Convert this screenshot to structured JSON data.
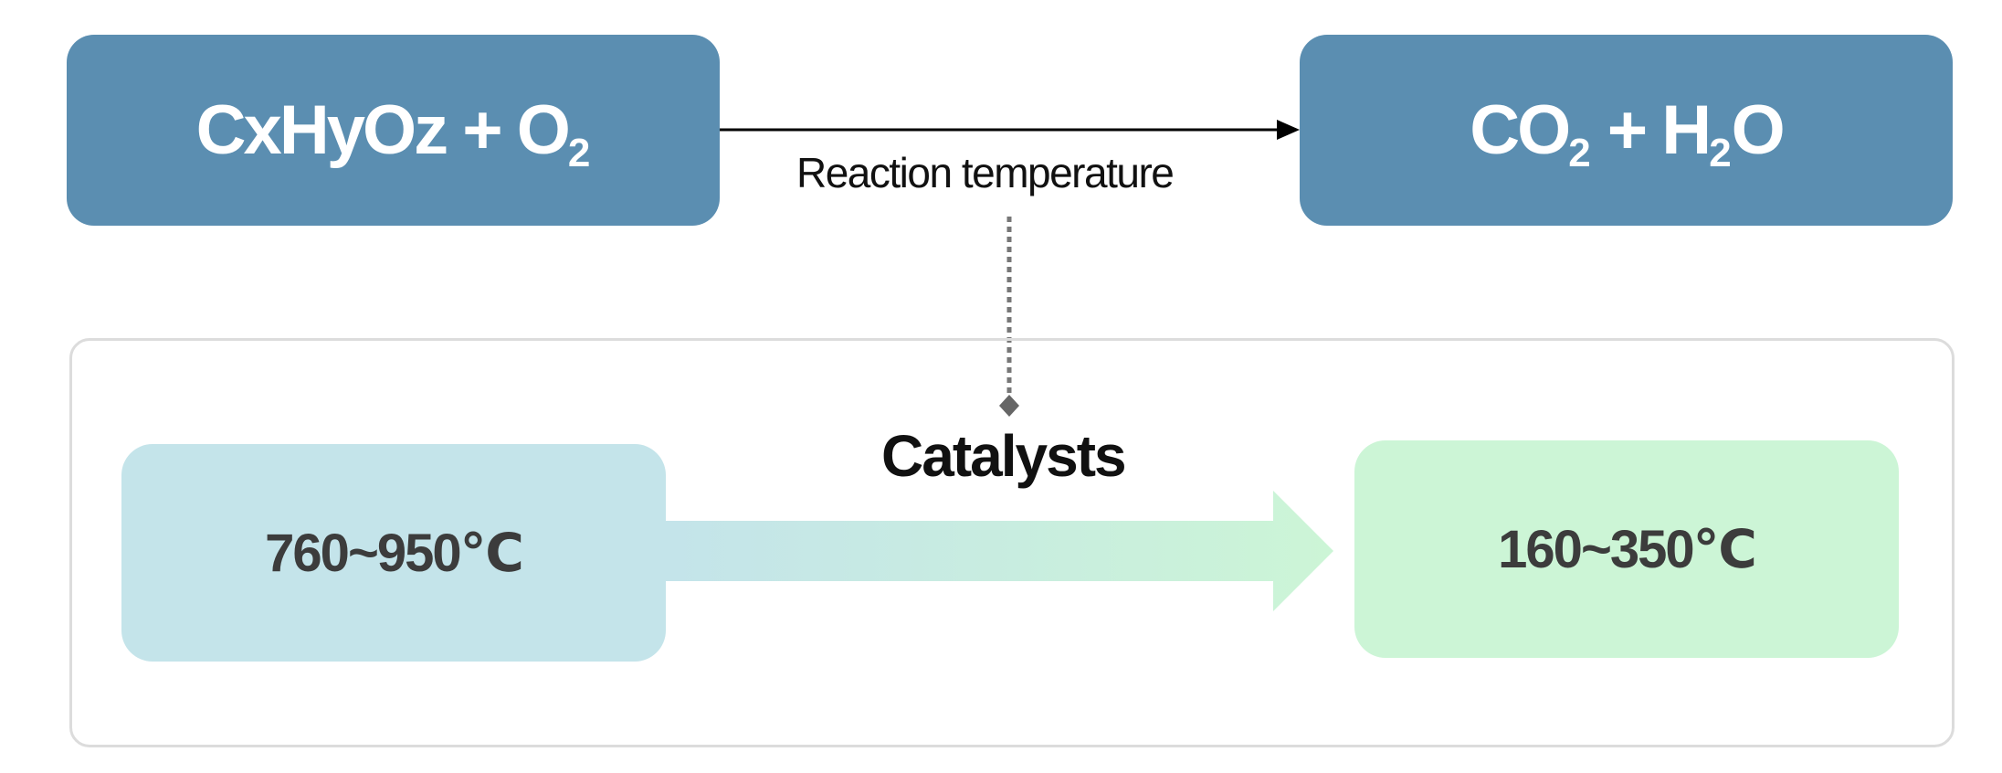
{
  "reactants": {
    "main": "CxHyOz + O",
    "sub": "2"
  },
  "products": {
    "part1": "CO",
    "sub1": "2",
    "part2": " + H",
    "sub2": "2",
    "part3": "O"
  },
  "connector_label": "Reaction temperature",
  "catalyst_label": "Catalysts",
  "high_temperature": "760~950℃",
  "low_temperature": "160~350℃",
  "colors": {
    "equation_box": "#5b8eb1",
    "high_temp_box": "#c4e4ea",
    "low_temp_box": "#ccf5d6",
    "frame_border": "#dcdcdc",
    "dotted_connector": "#777777"
  }
}
